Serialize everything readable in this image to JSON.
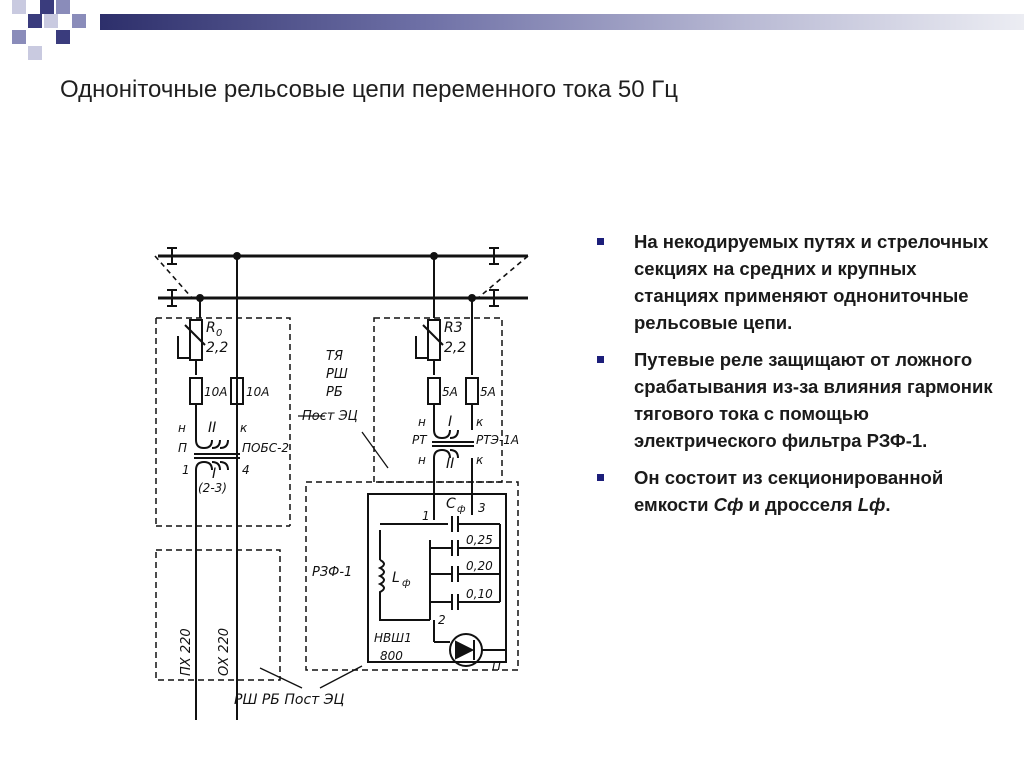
{
  "slide": {
    "title": "Одноніточные рельсовые цепи переменного тока 50 Гц"
  },
  "bullets": [
    {
      "text": "На некодируемых путях и стрелочных секциях на средних и крупных станциях применяют   однониточные рельсовые цепи."
    },
    {
      "text": "Путевые реле защищают от ложного срабатывания из-за влияния гармоник тягового тока с помощью электрического фильтра РЗФ-1."
    },
    {
      "text_before": "Он состоит из секционированной емкости ",
      "cap": "Сф",
      "text_mid": " и дросселя ",
      "choke": "Lф",
      "text_end": "."
    }
  ],
  "diagram": {
    "ro": "R",
    "ro_sub": "0",
    "ro_value": "2,2",
    "rz": "R3",
    "rz_value": "2,2",
    "fuse_left_1": "10А",
    "fuse_left_2": "10А",
    "fuse_right_1": "5А",
    "fuse_right_2": "5А",
    "term_n": "н",
    "term_k": "к",
    "term_p": "П",
    "term_1": "1",
    "term_4": "4",
    "term_2_3": "(2-3)",
    "winding_1": "I",
    "winding_2": "II",
    "transformer_left": "ПОБС-2",
    "relay_pt": "РТ",
    "relay_model": "РТЭ-1А",
    "label_tya": "ТЯ",
    "label_rsh": "РШ",
    "label_rb": "РБ",
    "label_post": "Пост ЭЦ",
    "cable_px": "ПХ 220",
    "cable_ox": "ОХ 220",
    "filter": "РЗФ-1",
    "cf": "С",
    "cf_sub": "ф",
    "lf": "L",
    "lf_sub": "ф",
    "cap_1": "0,25",
    "cap_2": "0,20",
    "cap_3": "0,10",
    "node_1": "1",
    "node_2": "2",
    "node_3": "3",
    "rectifier": "НВШ1",
    "rectifier_value": "800",
    "rect_p": "П",
    "bottom_label": "РШ  РБ  Пост ЭЦ"
  },
  "colors": {
    "bullet": "#1c1e7a",
    "bar_dark": "#2d2f6b",
    "sq_dark": "#3a3c7d",
    "sq_mid": "#8a8cba",
    "sq_light": "#c9cae0"
  }
}
